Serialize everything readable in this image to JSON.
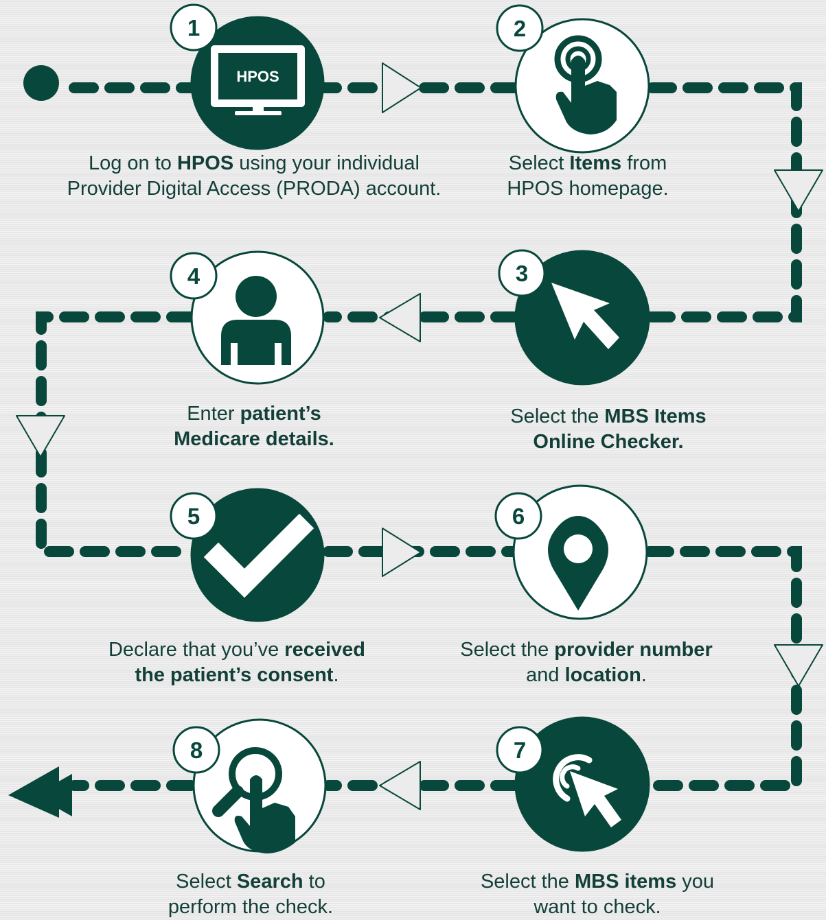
{
  "colors": {
    "primary": "#08473b",
    "background": "#ececec",
    "white": "#ffffff",
    "text": "#123f37"
  },
  "steps": [
    {
      "number": "1",
      "icon": "monitor-icon",
      "icon_text": "HPOS",
      "style": "filled",
      "caption": [
        [
          {
            "t": "Log on to "
          },
          {
            "t": "HPOS",
            "b": true
          },
          {
            "t": " using your individual"
          }
        ],
        [
          {
            "t": "Provider Digital Access (PRODA) account."
          }
        ]
      ]
    },
    {
      "number": "2",
      "icon": "tap-finger-icon",
      "style": "outlined",
      "caption": [
        [
          {
            "t": "Select "
          },
          {
            "t": "Items",
            "b": true
          },
          {
            "t": " from"
          }
        ],
        [
          {
            "t": "HPOS homepage."
          }
        ]
      ]
    },
    {
      "number": "3",
      "icon": "cursor-arrow-icon",
      "style": "filled",
      "caption": [
        [
          {
            "t": "Select the "
          },
          {
            "t": "MBS Items",
            "b": true
          }
        ],
        [
          {
            "t": "Online Checker.",
            "b": true
          }
        ]
      ]
    },
    {
      "number": "4",
      "icon": "person-icon",
      "style": "outlined",
      "caption": [
        [
          {
            "t": "Enter "
          },
          {
            "t": "patient’s",
            "b": true
          }
        ],
        [
          {
            "t": "Medicare details.",
            "b": true
          }
        ]
      ]
    },
    {
      "number": "5",
      "icon": "checkmark-icon",
      "style": "filled",
      "caption": [
        [
          {
            "t": "Declare that you’ve "
          },
          {
            "t": "received",
            "b": true
          }
        ],
        [
          {
            "t": "the patient’s consent",
            "b": true
          },
          {
            "t": "."
          }
        ]
      ]
    },
    {
      "number": "6",
      "icon": "location-pin-icon",
      "style": "outlined",
      "caption": [
        [
          {
            "t": "Select the "
          },
          {
            "t": "provider number",
            "b": true
          }
        ],
        [
          {
            "t": "and "
          },
          {
            "t": "location",
            "b": true
          },
          {
            "t": "."
          }
        ]
      ]
    },
    {
      "number": "7",
      "icon": "click-cursor-icon",
      "style": "filled",
      "caption": [
        [
          {
            "t": "Select the "
          },
          {
            "t": "MBS items",
            "b": true
          },
          {
            "t": " you"
          }
        ],
        [
          {
            "t": "want to check."
          }
        ]
      ]
    },
    {
      "number": "8",
      "icon": "search-finger-icon",
      "style": "outlined",
      "caption": [
        [
          {
            "t": "Select "
          },
          {
            "t": "Search",
            "b": true
          },
          {
            "t": " to"
          }
        ],
        [
          {
            "t": "perform the check."
          }
        ]
      ]
    }
  ]
}
